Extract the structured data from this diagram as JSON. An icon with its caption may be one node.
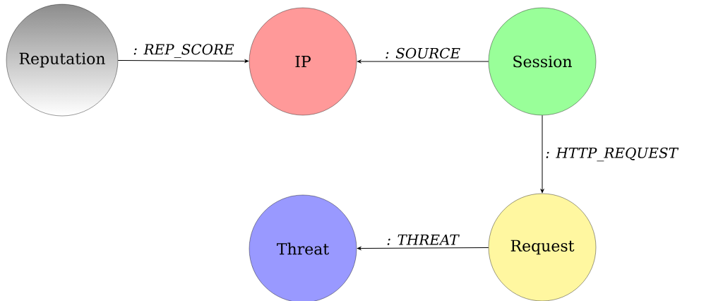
{
  "diagram": {
    "nodes": [
      {
        "text": [
          "Reputation"
        ]
      },
      {
        "text": [
          "IP"
        ]
      },
      {
        "text": [
          "Session"
        ]
      },
      {
        "text": [
          "Request"
        ]
      },
      {
        "text": [
          "Threat"
        ]
      }
    ],
    "edges": [
      {
        "from": 0,
        "to": 1,
        "arrow": "to",
        "label": ": REP_SCORE"
      },
      {
        "from": 2,
        "to": 1,
        "arrow": "to",
        "label": ": SOURCE"
      },
      {
        "from": 2,
        "to": 3,
        "arrow": "to",
        "label": ": HTTP_REQUEST"
      },
      {
        "from": 3,
        "to": 4,
        "arrow": "to",
        "label": ": THREAT"
      }
    ]
  }
}
